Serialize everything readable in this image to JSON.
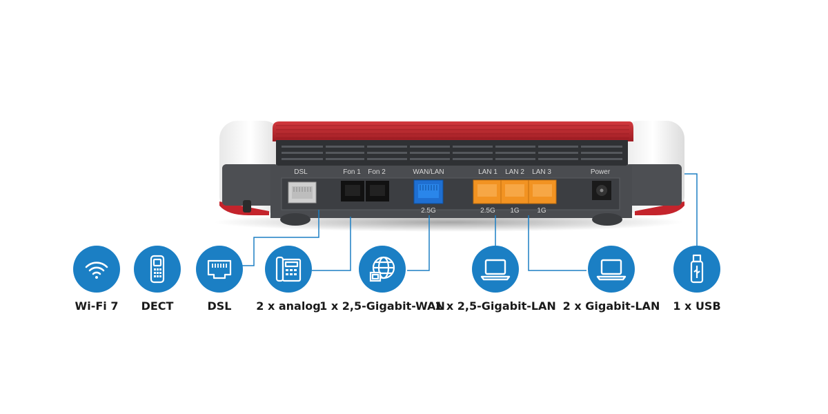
{
  "ports": {
    "dsl": "DSL",
    "fon1": "Fon 1",
    "fon2": "Fon 2",
    "wan": "WAN/LAN",
    "lan1": "LAN 1",
    "lan2": "LAN 2",
    "lan3": "LAN 3",
    "power": "Power",
    "wan_speed": "2.5G",
    "lan1_speed": "2.5G",
    "lan2_speed": "1G",
    "lan3_speed": "1G"
  },
  "features": [
    {
      "label": "Wi-Fi 7",
      "icon": "wifi-icon"
    },
    {
      "label": "DECT",
      "icon": "cordless-phone-icon"
    },
    {
      "label": "DSL",
      "icon": "dsl-port-icon"
    },
    {
      "label": "2 x analog",
      "icon": "desk-phone-icon"
    },
    {
      "label": "1 x 2,5-Gigabit-WAN",
      "icon": "globe-network-icon"
    },
    {
      "label": "1 x 2,5-Gigabit-LAN",
      "icon": "laptop-icon"
    },
    {
      "label": "2 x Gigabit-LAN",
      "icon": "laptop-icon"
    },
    {
      "label": "1 x USB",
      "icon": "usb-stick-icon"
    }
  ],
  "colors": {
    "accent_blue": "#1b7fc4",
    "router_red": "#b3232b",
    "router_body": "#4a4c50",
    "wan_port": "#1f6fd1",
    "lan_port": "#f29322"
  }
}
